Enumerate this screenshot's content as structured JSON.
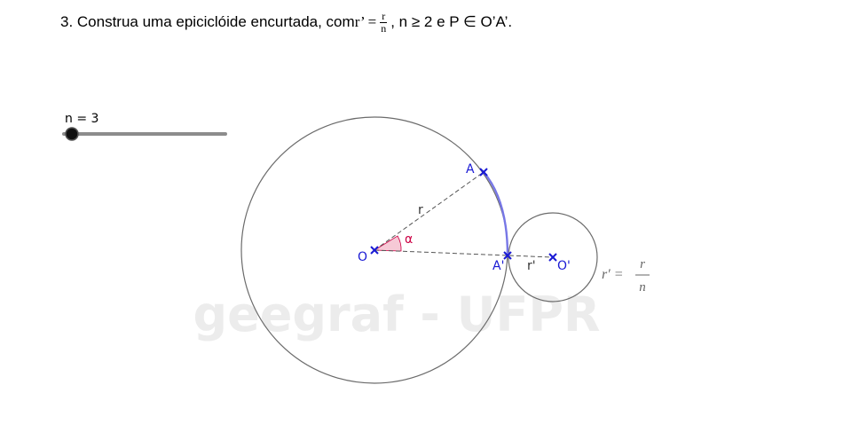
{
  "statement": {
    "lead": "3. Construa uma epiciclóide encurtada, com ",
    "r_prime_eq": "r’ =",
    "frac_num": "r",
    "frac_den": "n",
    "tail": ", n ≥ 2 e P ∈ O’A’."
  },
  "slider": {
    "label": "n = 3",
    "value": 3
  },
  "figure": {
    "points": {
      "O": "O",
      "A": "A",
      "A_prime": "A'",
      "O_prime": "O'"
    },
    "segment_labels": {
      "r": "r",
      "r_prime": "r'"
    },
    "angle_label": "α",
    "formula": {
      "lhs": "r′ =",
      "num": "r",
      "den": "n"
    },
    "watermark": "geegraf - UFPR",
    "colors": {
      "circle": "#6b6b6b",
      "point": "#1a1ad4",
      "arc": "#7777e6",
      "angle": "#cc0044",
      "angle_fill": "#f6c9d6",
      "dashed": "#555555",
      "watermark": "#ececec",
      "slider_track": "#8c8c8c",
      "slider_thumb": "#111111"
    },
    "icons": [
      "point-cross-icon"
    ]
  }
}
